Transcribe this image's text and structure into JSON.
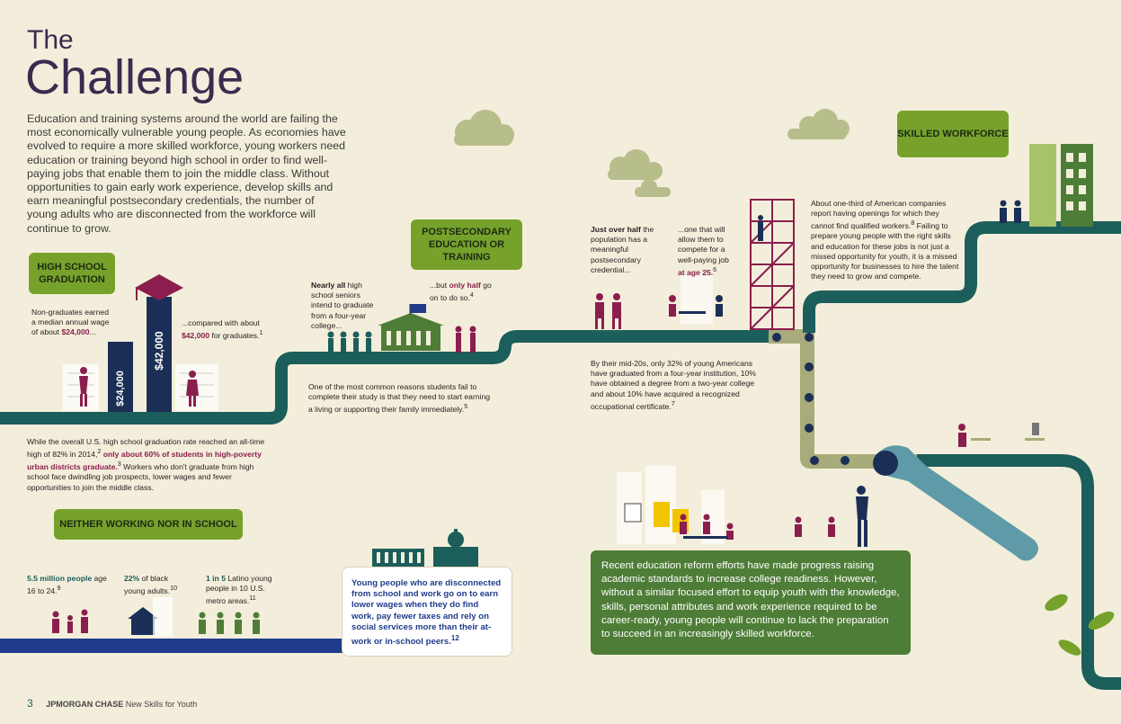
{
  "title": {
    "line1": "The",
    "line2": "Challenge"
  },
  "intro": "Education and training systems around the world are failing the most economically vulnerable young people. As economies have evolved to require a more skilled workforce, young workers need education or training beyond high school in order to find well-paying jobs that enable them to join the middle class. Without opportunities to gain early work experience, develop skills and earn meaningful postsecondary credentials, the number of young adults who are disconnected from the workforce will continue to grow.",
  "bubbles": {
    "high_school": "HIGH SCHOOL GRADUATION",
    "postsecondary": "POSTSECONDARY EDUCATION OR TRAINING",
    "skilled": "SKILLED WORKFORCE",
    "neither": "NEITHER WORKING NOR IN SCHOOL"
  },
  "high_school": {
    "non_grad_pre": "Non-graduates earned a median annual wage of about ",
    "non_grad_value": "$24,000",
    "non_grad_post": "...",
    "grad_pre": "...compared with about ",
    "grad_value": "$42,000",
    "grad_post": " for graduates.",
    "bar_low_label": "$24,000",
    "bar_high_label": "$42,000",
    "bar_low_value": 24000,
    "bar_high_value": 42000
  },
  "grad_rate": {
    "pre": "While the overall U.S. high school graduation rate reached an all-time high of 82% in 2014,",
    "sup1": "2",
    "highlight": " only about 60% of students in high-poverty urban districts graduate.",
    "sup2": "3",
    "post": " Workers who don't graduate from high school face dwindling job prospects, lower wages and fewer opportunities to join the middle class."
  },
  "college": {
    "nearly_all_bold": "Nearly all",
    "nearly_all_rest": " high school seniors intend to graduate from a four-year college...",
    "only_half_pre": "...but ",
    "only_half_value": "only half",
    "only_half_post": " go on to do so.",
    "only_half_sup": "4",
    "reasons": "One of the most common reasons students fail to complete their study is that they need to start earning a living or supporting their family immediately.",
    "reasons_sup": "5"
  },
  "credential": {
    "bold": "Just over half",
    "rest": " the population has a meaningful postsecondary credential...",
    "job_pre": "...one that will allow them to compete for a well-paying job ",
    "job_value": "at age 25.",
    "job_sup": "6",
    "mid20s": "By their mid-20s, only 32% of young Americans have graduated from a four-year institution, 10% have obtained a degree from a two-year college and about 10% have acquired a recognized occupational certificate.",
    "mid20s_sup": "7"
  },
  "skilled_text": {
    "pre": "About one-third of American companies report having openings for which they cannot find qualified workers.",
    "sup": "8",
    "post": " Failing to prepare young people with the right skills and education for these jobs is not just a missed opportunity for youth, it is a missed opportunity for businesses to hire the talent they need to grow and compete."
  },
  "neither": {
    "stat1_value": "5.5 million people",
    "stat1_rest": " age 16 to 24.",
    "stat1_sup": "9",
    "stat2_value": "22%",
    "stat2_rest": " of black young adults.",
    "stat2_sup": "10",
    "stat3_value": "1 in 5",
    "stat3_rest": " Latino young people in 10 U.S. metro areas.",
    "stat3_sup": "11",
    "disconnected": "Young people who are disconnected from school and work go on to earn lower wages when they do find work, pay fewer taxes and rely on social services more than their at-work or in-school peers.",
    "disconnected_sup": "12"
  },
  "reform": "Recent education reform efforts have made progress raising academic standards to increase college readiness. However, without a similar focused effort to equip youth with the knowledge, skills, personal attributes and work experience required to be career-ready, young people will continue to lack the preparation to succeed in an increasingly skilled workforce.",
  "footer": {
    "page": "3",
    "brand": "JPMORGAN CHASE",
    "program": "New Skills for Youth"
  },
  "colors": {
    "background": "#f3eedb",
    "path_teal": "#1c5e5b",
    "path_olive": "#a8ab7a",
    "bubble_green": "#76a22b",
    "maroon": "#8b1e4e",
    "navy": "#1b2f56",
    "reform_green": "#4e7d37",
    "wrench": "#5f9aa8"
  }
}
